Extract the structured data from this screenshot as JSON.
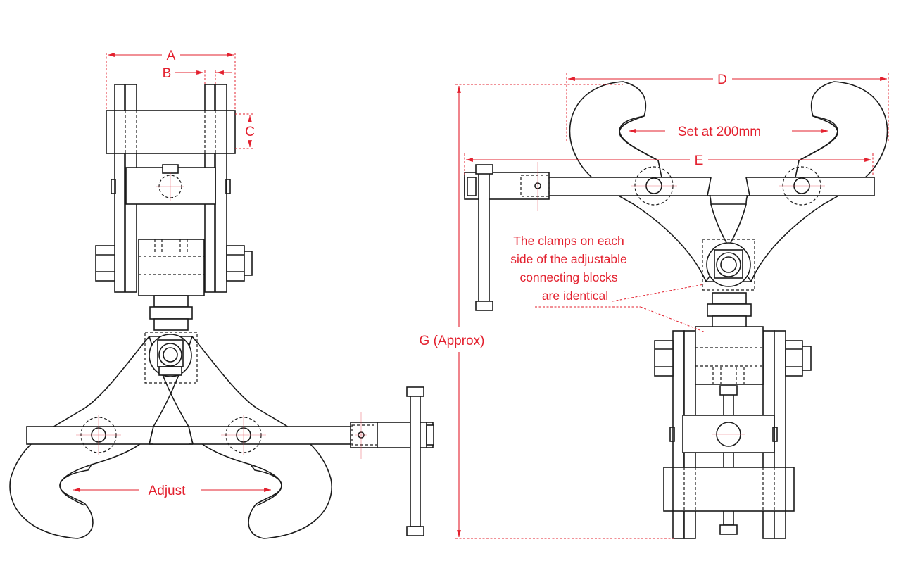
{
  "labels": {
    "dim_a": "A",
    "dim_b": "B",
    "dim_c": "C",
    "dim_d": "D",
    "dim_e": "E",
    "dim_g": "G (Approx)",
    "adjust": "Adjust",
    "set_at": "Set at 200mm"
  },
  "note": {
    "line1": "The clamps on each",
    "line2": "side of the adjustable",
    "line3": "connecting blocks",
    "line4": "are identical"
  },
  "colors": {
    "line": "#1a1a1a",
    "dimension": "#e3202e",
    "background": "#ffffff"
  }
}
